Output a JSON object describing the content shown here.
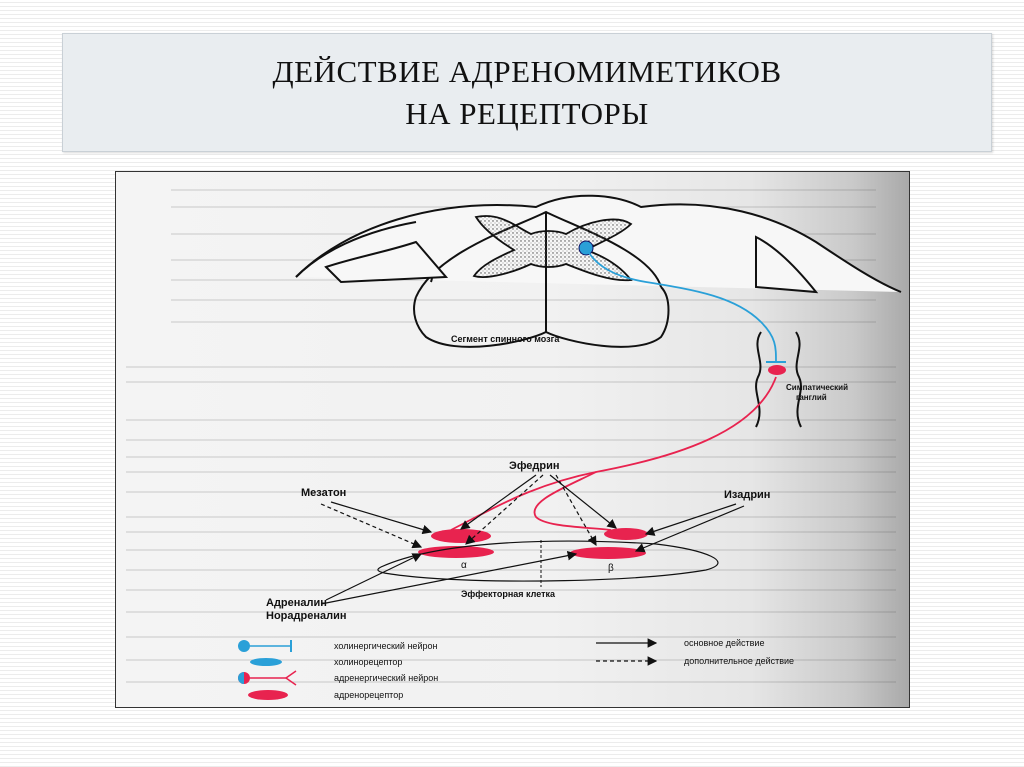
{
  "slide": {
    "title_line1": "ДЕЙСТВИЕ АДРЕНОМИМЕТИКОВ",
    "title_line2": "НА РЕЦЕПТОРЫ"
  },
  "diagram": {
    "spinal_label": "Сегмент спинного мозга",
    "ganglion_label_line1": "Симпатический",
    "ganglion_label_line2": "ганглий",
    "ephedrine": "Эфедрин",
    "mezaton": "Мезатон",
    "izadrin": "Изадрин",
    "adrenaline": "Адреналин",
    "noradrenaline": "Норадреналин",
    "alpha": "α",
    "beta": "β",
    "effector_cell": "Эффекторная клетка"
  },
  "legend": {
    "cholinergic_neuron": "холинергический нейрон",
    "cholinoreceptor": "холинорецептор",
    "adrenergic_neuron": "адренергический нейрон",
    "adrenoreceptor": "адренорецептор",
    "main_action": "основное действие",
    "additional_action": "дополнительное действие"
  },
  "colors": {
    "cholinergic": "#2aa0d8",
    "adrenergic": "#e8234f"
  }
}
